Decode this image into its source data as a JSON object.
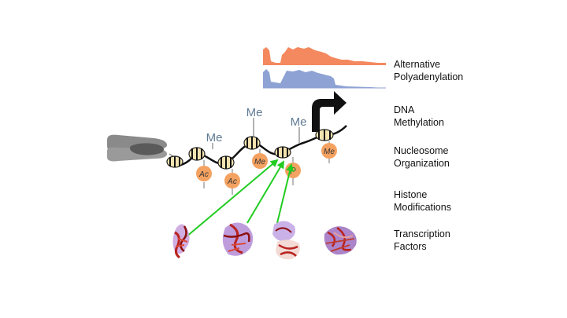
{
  "labels": {
    "apa": [
      "Alternative",
      "Polyadenylation"
    ],
    "dna": [
      "DNA",
      "Methylation"
    ],
    "nuc": [
      "Nucleosome",
      "Organization"
    ],
    "histone": [
      "Histone",
      "Modifications"
    ],
    "tf": [
      "Transcription",
      "Factors"
    ]
  },
  "marks": {
    "me": "Me",
    "ac": "Ac",
    "p": "P"
  },
  "colors": {
    "apa_top": "#f4895f",
    "apa_bottom": "#8ea2d4",
    "mark_circle": "#f4a261",
    "me_text": "#5f7a94",
    "arrow_green": "#22cc22",
    "nucleosome_fill": "#f3e3b0"
  },
  "icons": {
    "chromosome": "chromosome-icon",
    "tss": "transcription-start-arrow-icon",
    "proteins": "protein-structure-icon"
  }
}
